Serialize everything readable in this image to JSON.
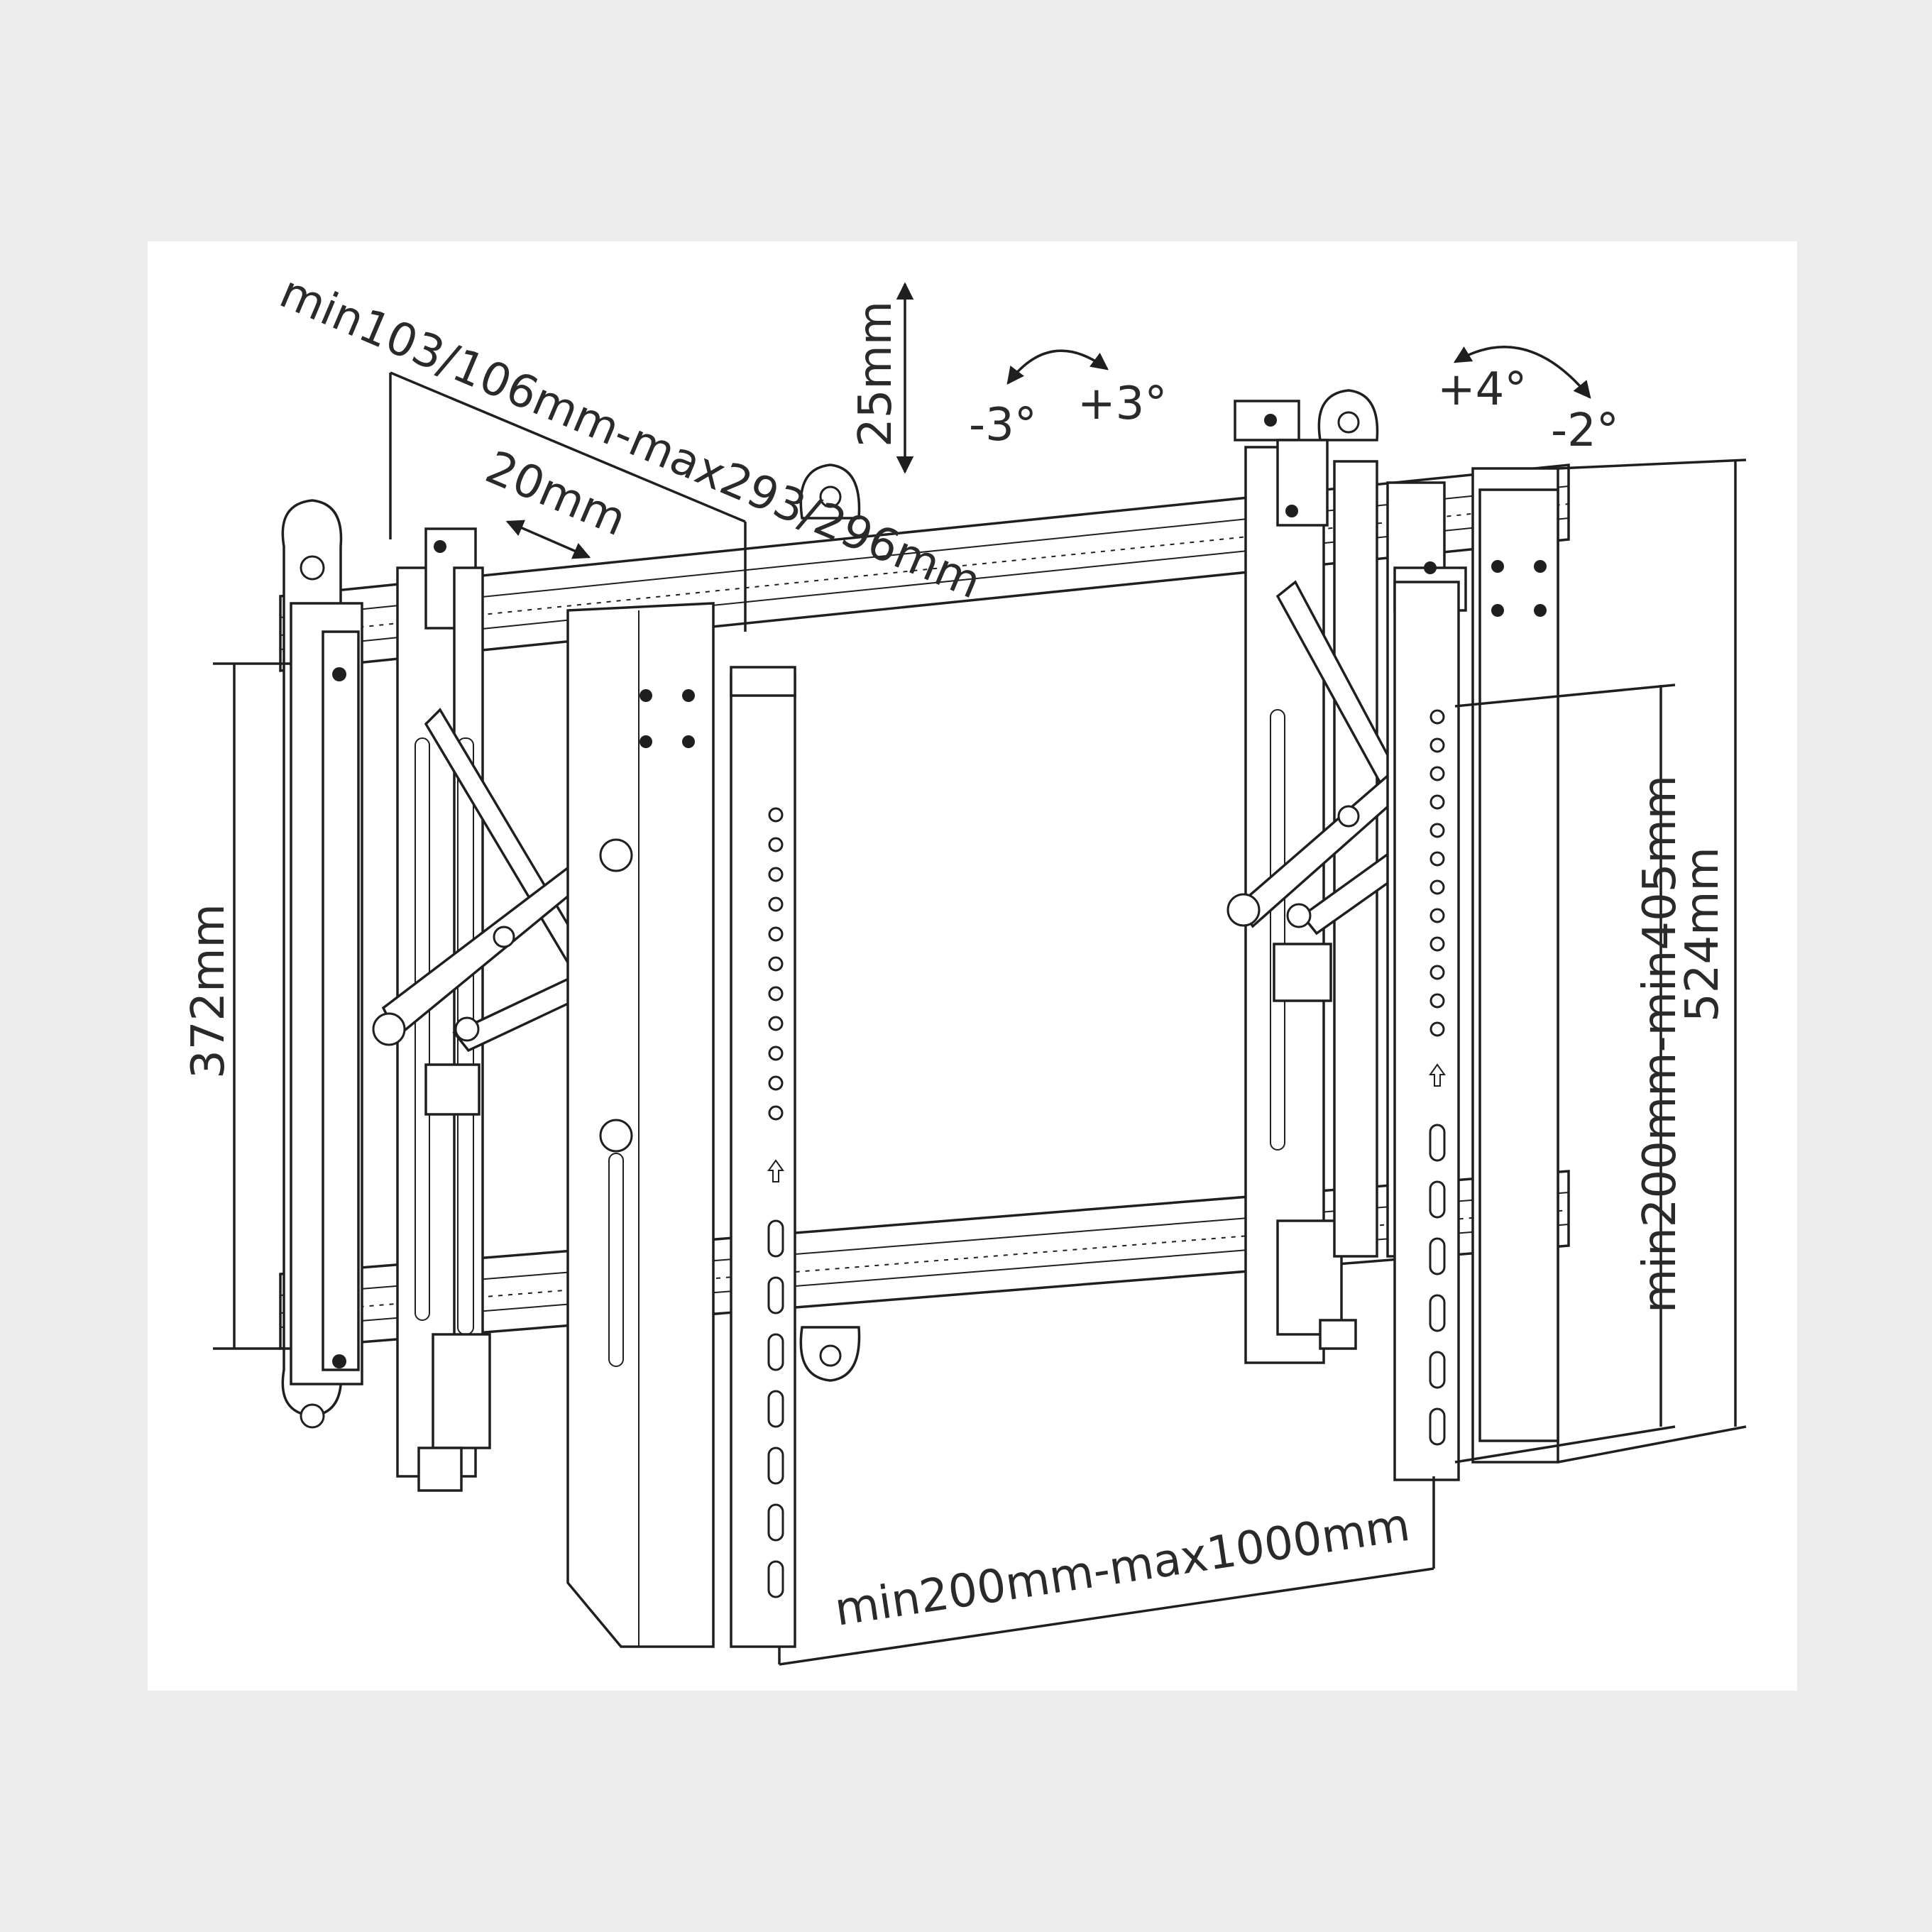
{
  "dimensions": {
    "depth_range": "min103/106mm-max293/296mm",
    "slide": "20mm",
    "vertical_adjust": "25mm",
    "tilt_left_minus": "-3°",
    "tilt_left_plus": "+3°",
    "tilt_right_plus": "+4°",
    "tilt_right_minus": "-2°",
    "arm_height": "372mm",
    "vesa_vertical": "min200mm-min405mm",
    "total_height": "524mm",
    "vesa_horizontal": "min200mm-max1000mm"
  },
  "colors": {
    "background": "#ececec",
    "panel": "#ffffff",
    "ink": "#1f1f1f"
  }
}
